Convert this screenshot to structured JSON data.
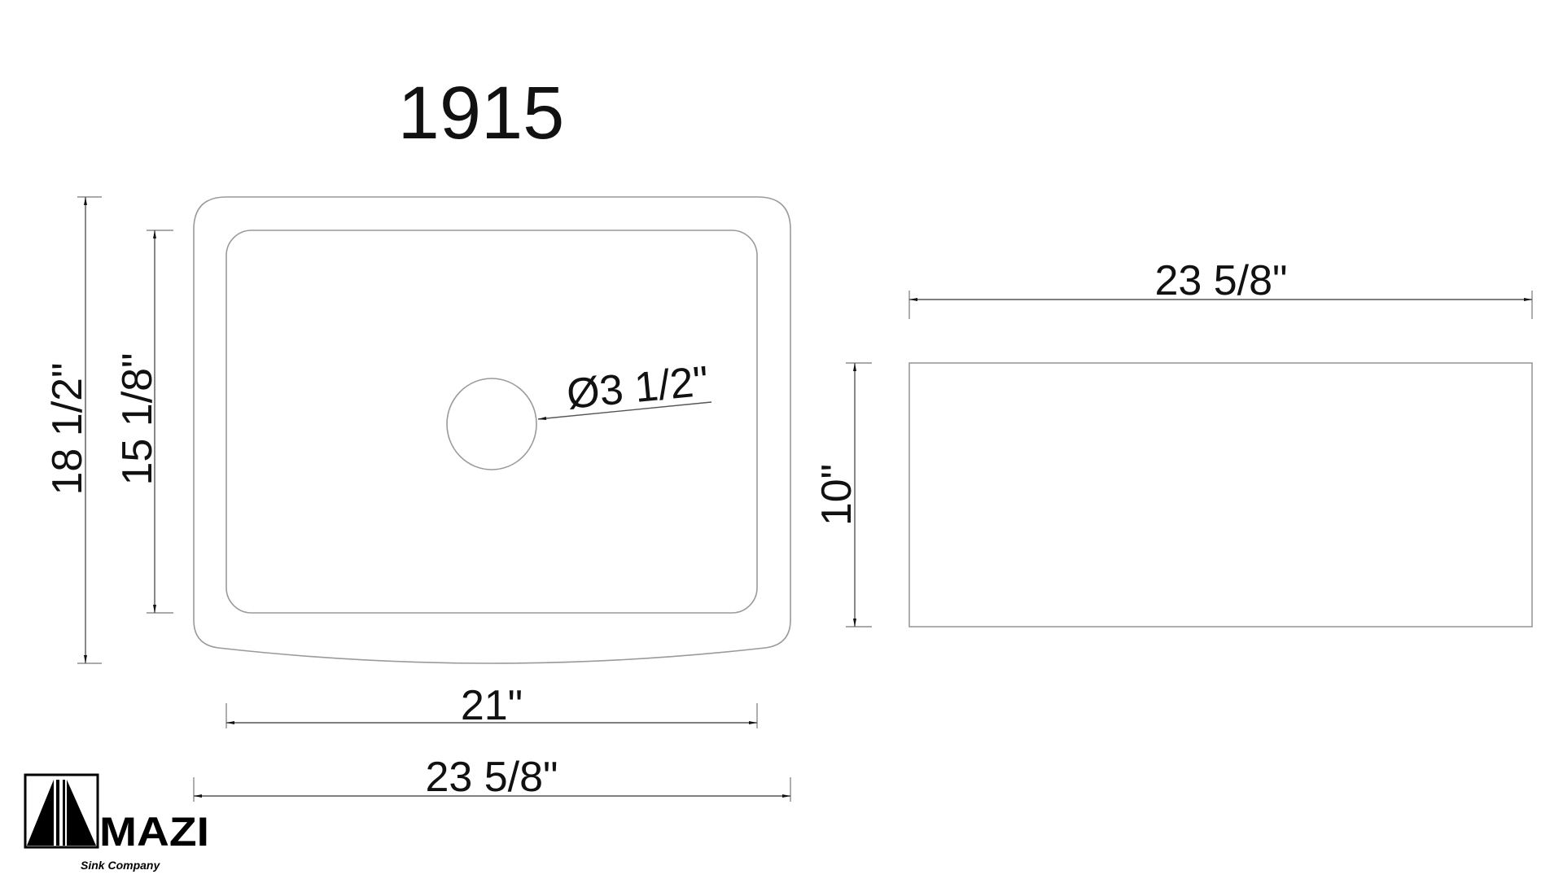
{
  "title": "1915",
  "top_view": {
    "overall_depth": "18 1/2\"",
    "bowl_depth": "15 1/8\"",
    "drain_diameter": "Ø3 1/2\"",
    "bowl_width": "21\"",
    "overall_width": "23 5/8\""
  },
  "front_view": {
    "width": "23 5/8\"",
    "height": "10\""
  },
  "logo": {
    "name": "MAZI",
    "tagline": "Sink Company"
  },
  "colors": {
    "outline": "#9a9a9a",
    "text": "#111111"
  }
}
